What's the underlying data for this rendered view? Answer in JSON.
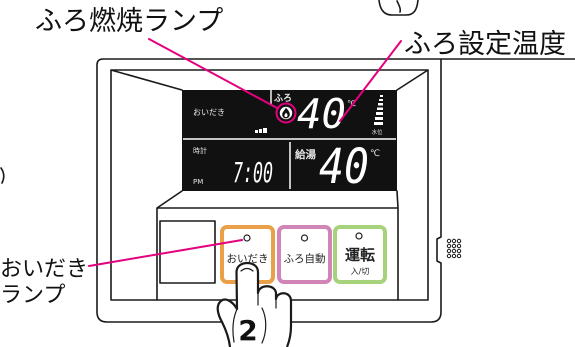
{
  "callouts": {
    "bath_burn_lamp": "ふろ燃焼ランプ",
    "bath_set_temperature": "ふろ設定温度",
    "reheat_lamp_line1": "おいだき",
    "reheat_lamp_line2": "ランプ"
  },
  "display": {
    "reheat_label": "おいだき",
    "bath_label": "ふろ",
    "bath_temperature": "40",
    "bath_temperature_unit": "℃",
    "water_level_label": "水位",
    "clock_label": "時計",
    "am_pm": "PM",
    "clock_time": "7:00",
    "hot_water_label": "給湯",
    "hot_water_temperature": "40",
    "hot_water_temperature_unit": "℃"
  },
  "buttons": {
    "reheat": "おいだき",
    "bath_auto": "ふろ自動",
    "power": "運転",
    "power_sub": "入/切"
  },
  "step_number": "2",
  "icons": {
    "flame": "flame-icon",
    "water_level": "water-level-meter-icon",
    "speaker": "speaker-grille-icon",
    "hand": "pointing-hand-icon"
  },
  "colors": {
    "callout_line": "#E4007F",
    "reheat_button": "#E9A048",
    "bath_auto_button": "#D184B6",
    "power_button": "#A6D27C",
    "display_background": "#111111"
  }
}
